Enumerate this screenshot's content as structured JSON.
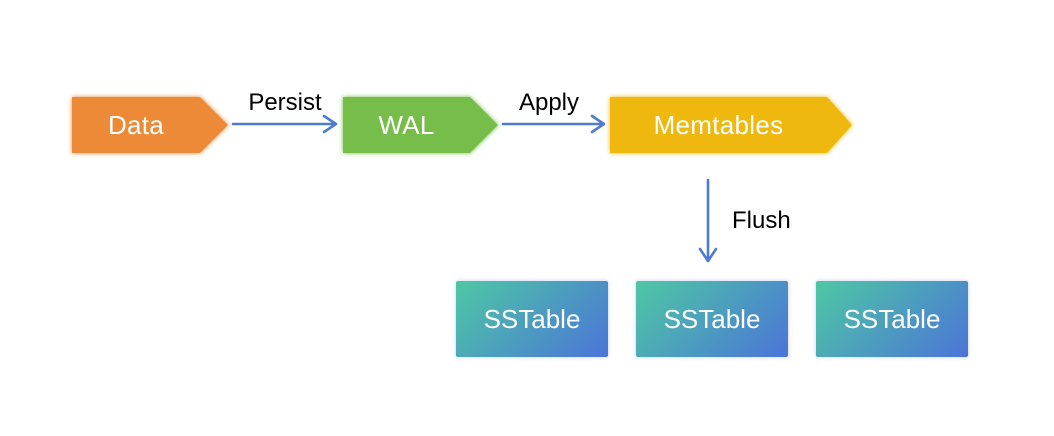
{
  "diagram": {
    "nodes": {
      "data": {
        "label": "Data",
        "color": "#EC8A38"
      },
      "wal": {
        "label": "WAL",
        "color": "#76BD49"
      },
      "memtables": {
        "label": "Memtables",
        "color": "#EFB80E"
      }
    },
    "sstables": [
      {
        "label": "SSTable"
      },
      {
        "label": "SSTable"
      },
      {
        "label": "SSTable"
      }
    ],
    "edges": {
      "persist": {
        "label": "Persist"
      },
      "apply": {
        "label": "Apply"
      },
      "flush": {
        "label": "Flush"
      }
    },
    "colors": {
      "arrow": "#4E7BD2",
      "sstable_gradient_start": "#4EC8A4",
      "sstable_gradient_end": "#4B74D8",
      "node_text": "#FFFFFF",
      "edge_label_text": "#000000",
      "background": "#FFFFFF"
    }
  }
}
